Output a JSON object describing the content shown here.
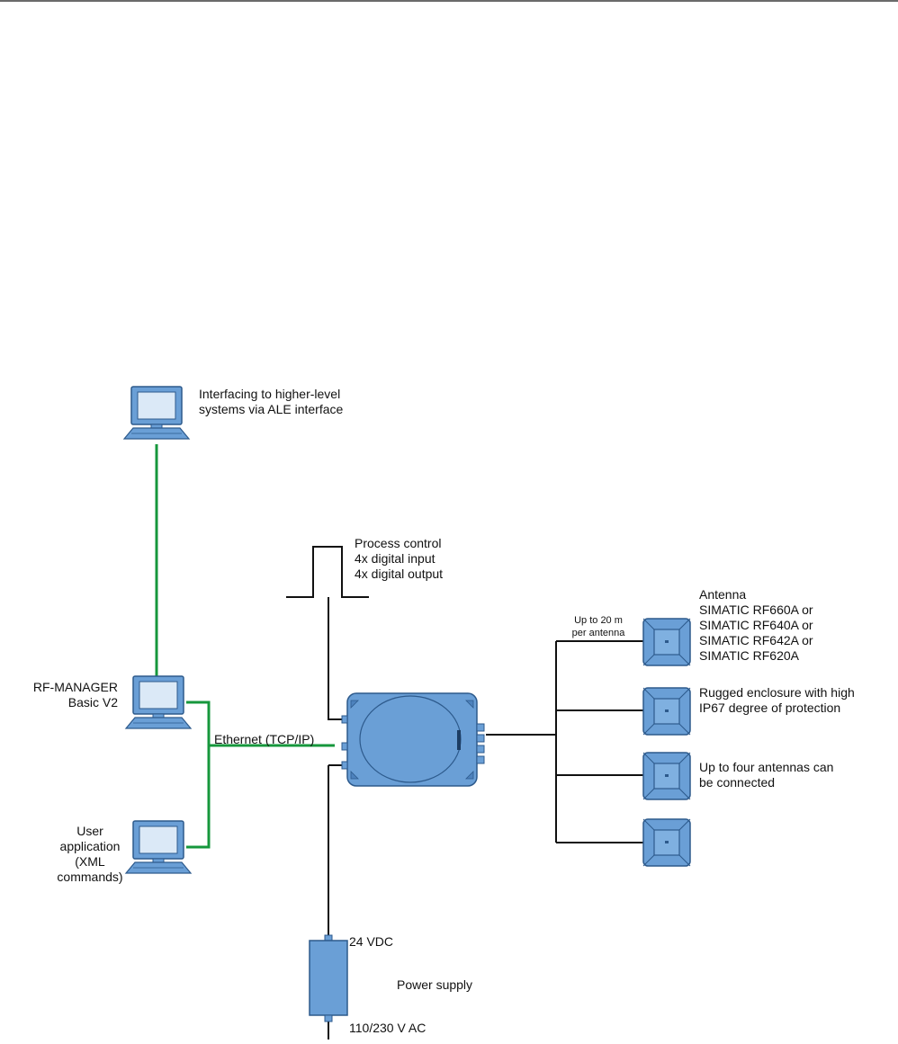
{
  "colors": {
    "network_link": "#16973c",
    "wire": "#111111",
    "device_fill": "#6a9fd6",
    "device_stroke": "#2d5a8c",
    "screen_fill": "#dbe9f7"
  },
  "labels": {
    "higher_level": "Interfacing to higher-level\nsystems via ALE interface",
    "process_control": "Process control\n4x digital input\n4x digital output",
    "up_to_20m": "Up to 20 m\nper antenna",
    "antenna": "Antenna\nSIMATIC RF660A or\nSIMATIC RF640A or\nSIMATIC RF642A or\nSIMATIC RF620A",
    "rugged": "Rugged enclosure with high\nIP67 degree of protection",
    "four_antennas": "Up to four antennas can\nbe connected",
    "rf_manager": "RF-MANAGER\nBasic V2",
    "ethernet": "Ethernet (TCP/IP)",
    "user_app": "User\napplication\n(XML\ncommands)",
    "vdc": "24 VDC",
    "power_supply": "Power supply",
    "vac": "110/230 V AC"
  },
  "icons": {
    "computer": "desktop-computer-icon",
    "reader": "rfid-reader-icon",
    "antenna": "antenna-icon",
    "power": "power-supply-icon",
    "pulse": "digital-signal-icon"
  }
}
